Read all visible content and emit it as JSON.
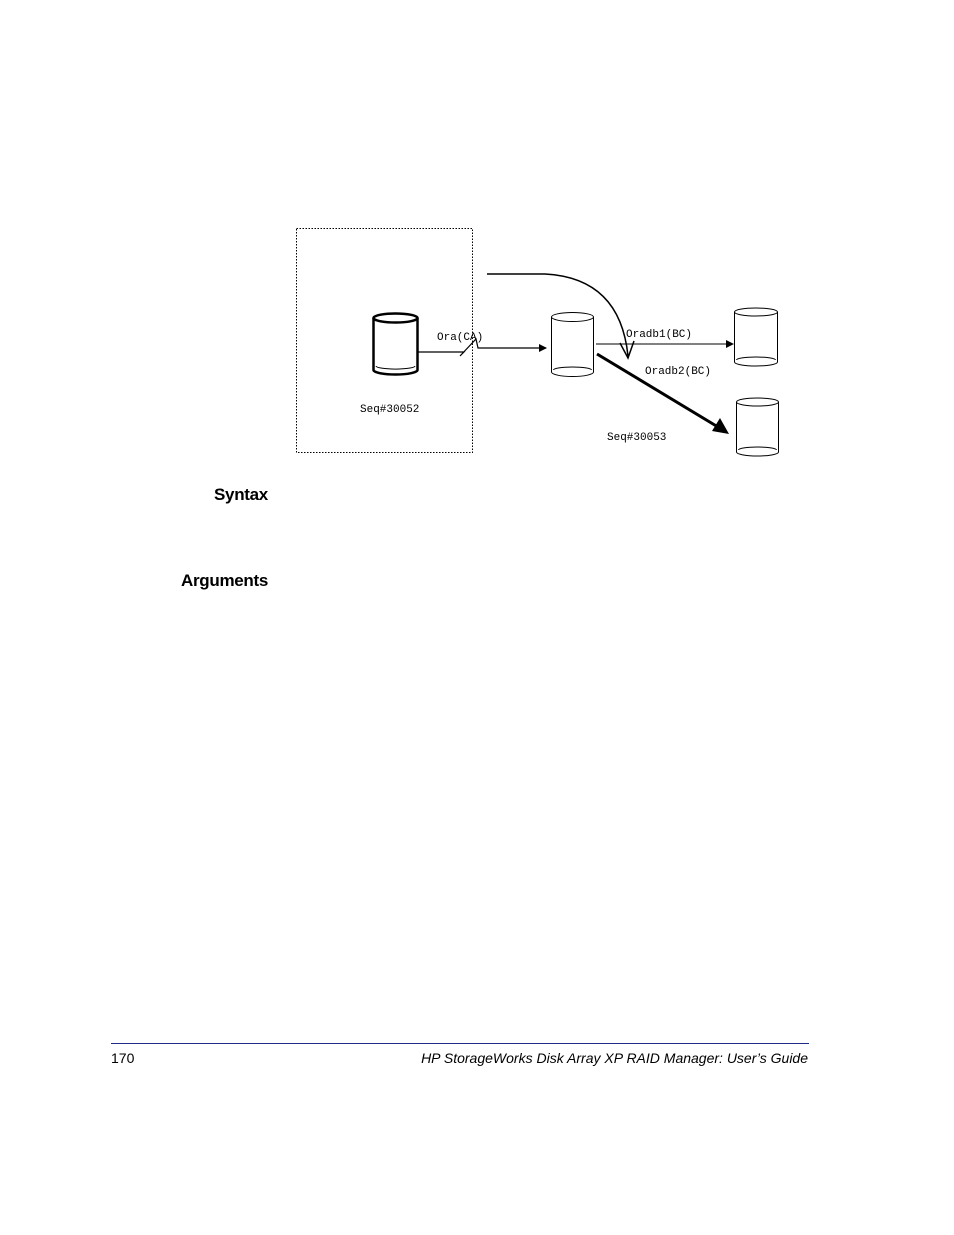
{
  "diagram": {
    "link_label": "Ora(CA)",
    "source_seq_label": "Seq#30052",
    "target_seq_label": "Seq#30053",
    "bc_pair_1_label": "Oradb1(BC)",
    "bc_pair_2_label": "Oradb2(BC)"
  },
  "sections": {
    "syntax_heading": "Syntax",
    "arguments_heading": "Arguments"
  },
  "footer": {
    "page_number": "170",
    "running_title": "HP StorageWorks Disk Array XP RAID Manager: User’s Guide"
  }
}
